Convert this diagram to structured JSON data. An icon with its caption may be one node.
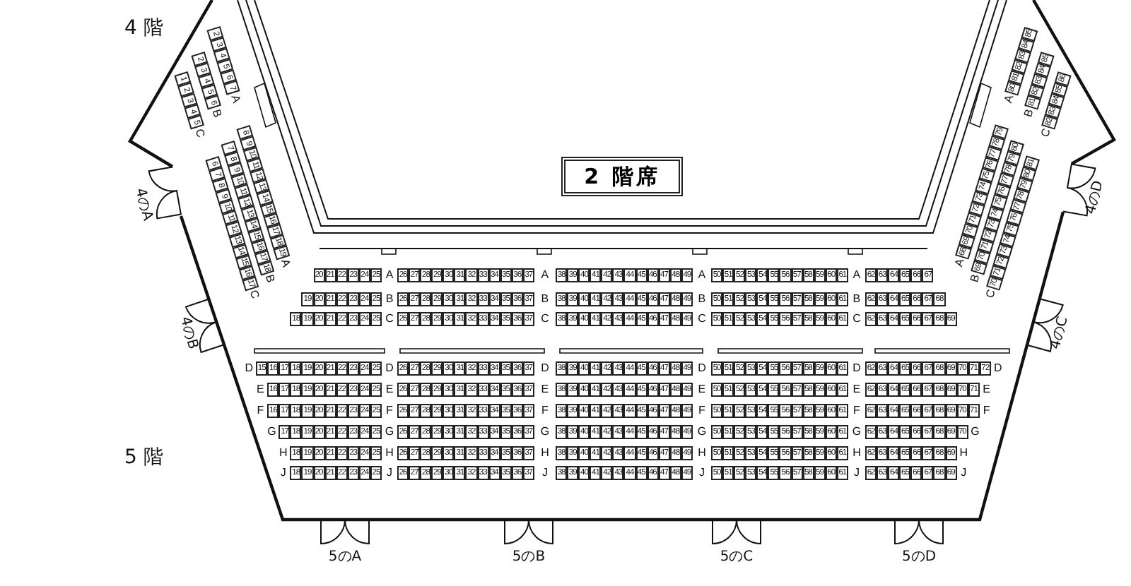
{
  "diagram": {
    "nodes": [
      {
        "text": [
          "2 階席"
        ]
      }
    ],
    "labels": [
      "4 階",
      "2",
      "3",
      "4",
      "5",
      "6",
      "7",
      "A",
      "2",
      "3",
      "4",
      "5",
      "6",
      "B",
      "1",
      "2",
      "3",
      "4",
      "5",
      "C",
      "A",
      "80",
      "81",
      "82",
      "83",
      "84",
      "85",
      "B",
      "81",
      "82",
      "83",
      "84",
      "85",
      "C",
      "82",
      "83",
      "84",
      "85",
      "86",
      "8",
      "9",
      "10",
      "11",
      "12",
      "13",
      "14",
      "15",
      "16",
      "17",
      "18",
      "19",
      "A",
      "7",
      "8",
      "9",
      "10",
      "11",
      "12",
      "13",
      "14",
      "15",
      "16",
      "17",
      "18",
      "B",
      "6",
      "7",
      "8",
      "9",
      "10",
      "11",
      "12",
      "13",
      "14",
      "15",
      "16",
      "17",
      "C",
      "A",
      "68",
      "69",
      "70",
      "71",
      "72",
      "73",
      "74",
      "75",
      "76",
      "77",
      "78",
      "79",
      "B",
      "69",
      "70",
      "71",
      "72",
      "73",
      "74",
      "75",
      "76",
      "77",
      "78",
      "79",
      "80",
      "C",
      "70",
      "71",
      "72",
      "73",
      "74",
      "75",
      "76",
      "77",
      "78",
      "79",
      "80",
      "81",
      "20",
      "21",
      "22",
      "23",
      "24",
      "25",
      "A",
      "26",
      "27",
      "28",
      "29",
      "30",
      "31",
      "32",
      "33",
      "34",
      "35",
      "36",
      "37",
      "A",
      "38",
      "39",
      "40",
      "41",
      "42",
      "43",
      "44",
      "45",
      "46",
      "47",
      "48",
      "49",
      "A",
      "50",
      "51",
      "52",
      "53",
      "54",
      "55",
      "56",
      "57",
      "58",
      "59",
      "60",
      "61",
      "A",
      "62",
      "63",
      "64",
      "65",
      "66",
      "67",
      "19",
      "20",
      "21",
      "22",
      "23",
      "24",
      "25",
      "B",
      "26",
      "27",
      "28",
      "29",
      "30",
      "31",
      "32",
      "33",
      "34",
      "35",
      "36",
      "37",
      "B",
      "38",
      "39",
      "40",
      "41",
      "42",
      "43",
      "44",
      "45",
      "46",
      "47",
      "48",
      "49",
      "B",
      "50",
      "51",
      "52",
      "53",
      "54",
      "55",
      "56",
      "57",
      "58",
      "59",
      "60",
      "61",
      "B",
      "62",
      "63",
      "64",
      "65",
      "66",
      "67",
      "68",
      "18",
      "19",
      "20",
      "21",
      "22",
      "23",
      "24",
      "25",
      "C",
      "26",
      "27",
      "28",
      "29",
      "30",
      "31",
      "32",
      "33",
      "34",
      "35",
      "36",
      "37",
      "C",
      "38",
      "39",
      "40",
      "41",
      "42",
      "43",
      "44",
      "45",
      "46",
      "47",
      "48",
      "49",
      "C",
      "50",
      "51",
      "52",
      "53",
      "54",
      "55",
      "56",
      "57",
      "58",
      "59",
      "60",
      "61",
      "C",
      "62",
      "63",
      "64",
      "65",
      "66",
      "67",
      "68",
      "69",
      "D",
      "15",
      "16",
      "17",
      "18",
      "19",
      "20",
      "21",
      "22",
      "23",
      "24",
      "25",
      "D",
      "26",
      "27",
      "28",
      "29",
      "30",
      "31",
      "32",
      "33",
      "34",
      "35",
      "36",
      "37",
      "D",
      "38",
      "39",
      "40",
      "41",
      "42",
      "43",
      "44",
      "45",
      "46",
      "47",
      "48",
      "49",
      "D",
      "50",
      "51",
      "52",
      "53",
      "54",
      "55",
      "56",
      "57",
      "58",
      "59",
      "60",
      "61",
      "D",
      "62",
      "63",
      "64",
      "65",
      "66",
      "67",
      "68",
      "69",
      "70",
      "71",
      "72",
      "D",
      "E",
      "16",
      "17",
      "18",
      "19",
      "20",
      "21",
      "22",
      "23",
      "24",
      "25",
      "E",
      "26",
      "27",
      "28",
      "29",
      "30",
      "31",
      "32",
      "33",
      "34",
      "35",
      "36",
      "37",
      "E",
      "38",
      "39",
      "40",
      "41",
      "42",
      "43",
      "44",
      "45",
      "46",
      "47",
      "48",
      "49",
      "E",
      "50",
      "51",
      "52",
      "53",
      "54",
      "55",
      "56",
      "57",
      "58",
      "59",
      "60",
      "61",
      "E",
      "62",
      "63",
      "64",
      "65",
      "66",
      "67",
      "68",
      "69",
      "70",
      "71",
      "E",
      "F",
      "16",
      "17",
      "18",
      "19",
      "20",
      "21",
      "22",
      "23",
      "24",
      "25",
      "F",
      "26",
      "27",
      "28",
      "29",
      "30",
      "31",
      "32",
      "33",
      "34",
      "35",
      "36",
      "37",
      "F",
      "38",
      "39",
      "40",
      "41",
      "42",
      "43",
      "44",
      "45",
      "46",
      "47",
      "48",
      "49",
      "F",
      "50",
      "51",
      "52",
      "53",
      "54",
      "55",
      "56",
      "57",
      "58",
      "59",
      "60",
      "61",
      "F",
      "62",
      "63",
      "64",
      "65",
      "66",
      "67",
      "68",
      "69",
      "70",
      "71",
      "F",
      "G",
      "17",
      "18",
      "19",
      "20",
      "21",
      "22",
      "23",
      "24",
      "25",
      "G",
      "26",
      "27",
      "28",
      "29",
      "30",
      "31",
      "32",
      "33",
      "34",
      "35",
      "36",
      "37",
      "G",
      "38",
      "39",
      "40",
      "41",
      "42",
      "43",
      "44",
      "45",
      "46",
      "47",
      "48",
      "49",
      "G",
      "50",
      "51",
      "52",
      "53",
      "54",
      "55",
      "56",
      "57",
      "58",
      "59",
      "60",
      "61",
      "G",
      "62",
      "63",
      "64",
      "65",
      "66",
      "67",
      "68",
      "69",
      "70",
      "G",
      "H",
      "18",
      "19",
      "20",
      "21",
      "22",
      "23",
      "24",
      "25",
      "H",
      "26",
      "27",
      "28",
      "29",
      "30",
      "31",
      "32",
      "33",
      "34",
      "35",
      "36",
      "37",
      "H",
      "38",
      "39",
      "40",
      "41",
      "42",
      "43",
      "44",
      "45",
      "46",
      "47",
      "48",
      "49",
      "H",
      "50",
      "51",
      "52",
      "53",
      "54",
      "55",
      "56",
      "57",
      "58",
      "59",
      "60",
      "61",
      "H",
      "62",
      "63",
      "64",
      "65",
      "66",
      "67",
      "68",
      "69",
      "H",
      "J",
      "18",
      "19",
      "20",
      "21",
      "22",
      "23",
      "24",
      "25",
      "J",
      "26",
      "27",
      "28",
      "29",
      "30",
      "31",
      "32",
      "33",
      "34",
      "35",
      "36",
      "37",
      "J",
      "38",
      "39",
      "40",
      "41",
      "42",
      "43",
      "44",
      "45",
      "46",
      "47",
      "48",
      "49",
      "J",
      "50",
      "51",
      "52",
      "53",
      "54",
      "55",
      "56",
      "57",
      "58",
      "59",
      "60",
      "61",
      "J",
      "62",
      "63",
      "64",
      "65",
      "66",
      "67",
      "68",
      "69",
      "J",
      "5 階",
      "4のA",
      "4のB",
      "4のC",
      "4のD",
      "5のA",
      "5のB",
      "5のC",
      "5のD"
    ]
  }
}
